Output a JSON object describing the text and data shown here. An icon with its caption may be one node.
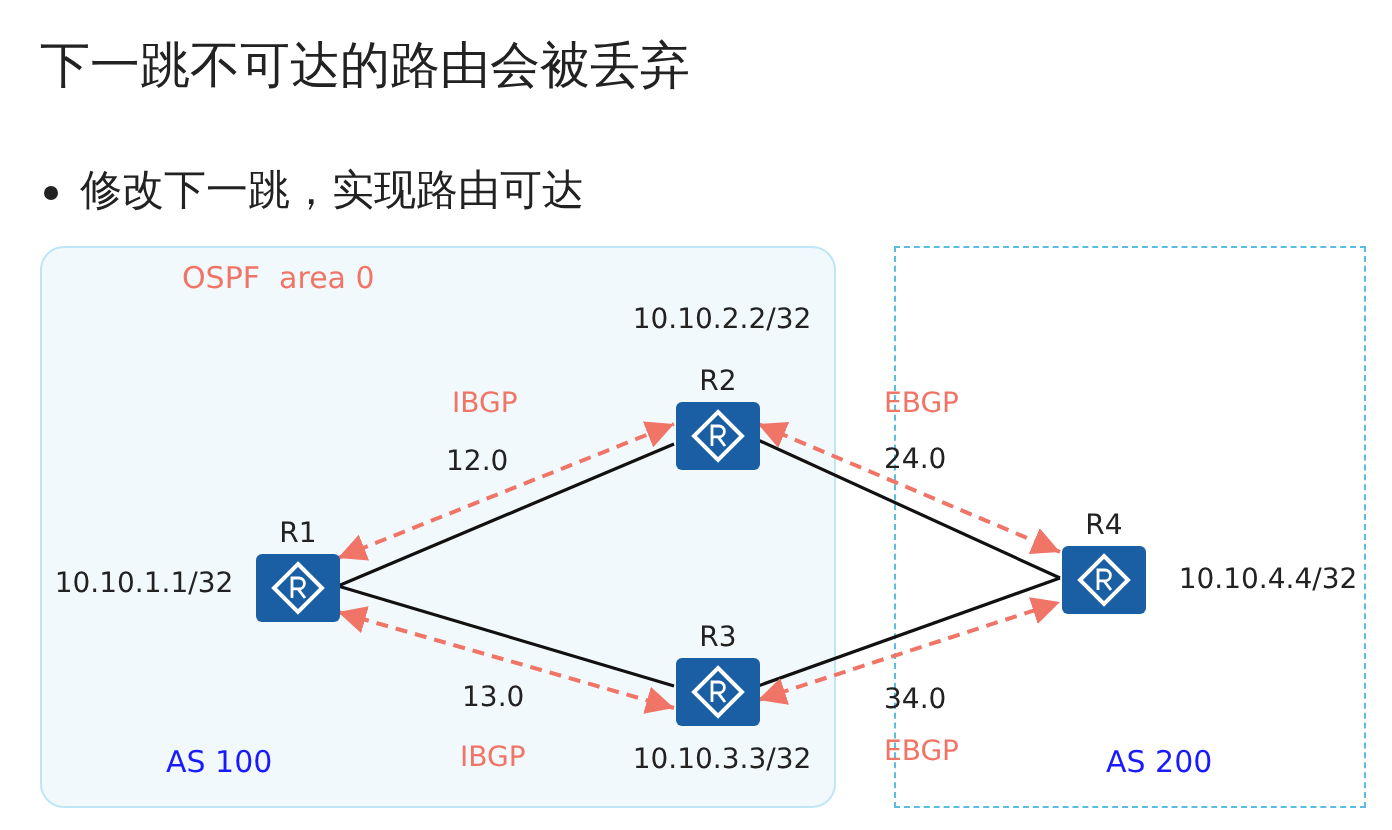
{
  "diagram": {
    "title": "下一跳不可达的路由会被丢弃",
    "nodes": [
      {
        "text": [
          "OSPF  area 0",
          "AS 100"
        ]
      },
      {
        "text": [
          "AS 200"
        ]
      },
      {
        "text": [
          "R1"
        ],
        "in": 0,
        "beside": [
          "10.10.1.1/32"
        ]
      },
      {
        "text": [
          "R2"
        ],
        "in": 0,
        "beside": [
          "10.10.2.2/32"
        ]
      },
      {
        "text": [
          "R3"
        ],
        "in": 0,
        "beside": [
          "10.10.3.3/32"
        ]
      },
      {
        "text": [
          "R4"
        ],
        "in": 1,
        "beside": [
          "10.10.4.4/32"
        ]
      }
    ],
    "edges": [
      {
        "from": 2,
        "to": 3,
        "arrow": "none",
        "label": "12.0"
      },
      {
        "from": 2,
        "to": 4,
        "arrow": "none",
        "label": "13.0"
      },
      {
        "from": 3,
        "to": 5,
        "arrow": "none",
        "label": "24.0"
      },
      {
        "from": 4,
        "to": 5,
        "arrow": "none",
        "label": "34.0"
      },
      {
        "from": 2,
        "to": 3,
        "arrow": "both",
        "label": "IBGP",
        "style": "dashed",
        "color": "#f07566"
      },
      {
        "from": 2,
        "to": 4,
        "arrow": "both",
        "label": "IBGP",
        "style": "dashed",
        "color": "#f07566"
      },
      {
        "from": 3,
        "to": 5,
        "arrow": "both",
        "label": "EBGP",
        "style": "dashed",
        "color": "#f07566"
      },
      {
        "from": 4,
        "to": 5,
        "arrow": "both",
        "label": "EBGP",
        "style": "dashed",
        "color": "#f07566"
      }
    ],
    "labels": [
      "修改下一跳，实现路由可达"
    ]
  }
}
